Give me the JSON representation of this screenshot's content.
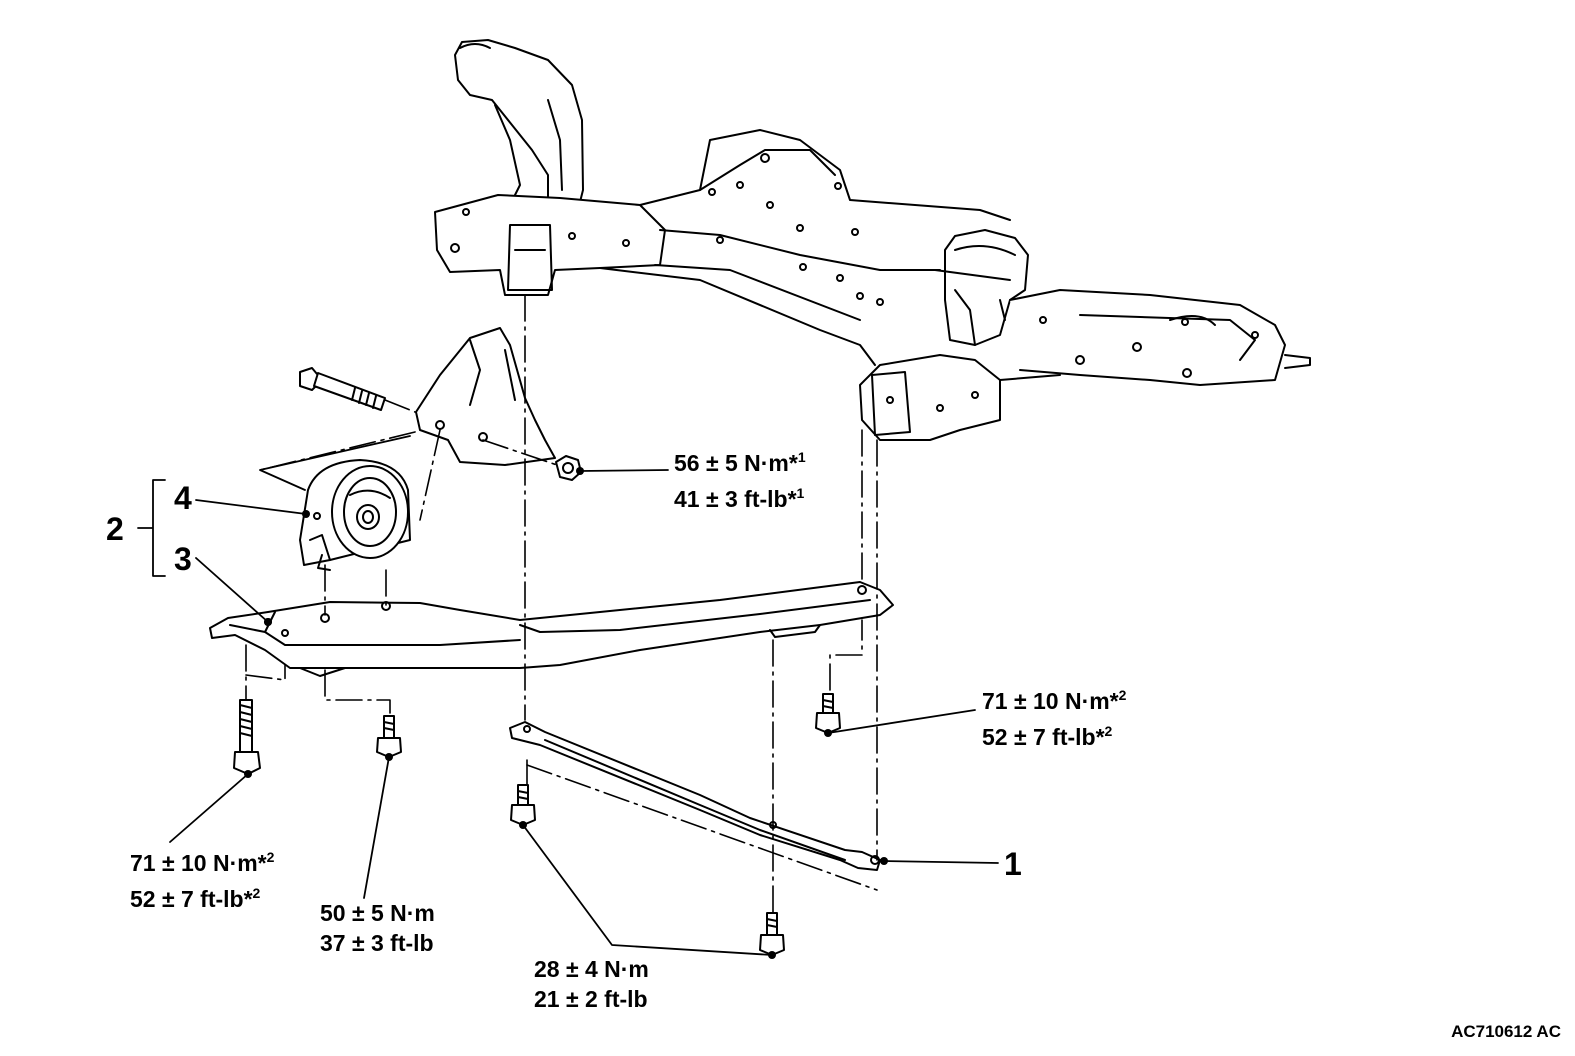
{
  "callouts": {
    "item1": "1",
    "item2": "2",
    "item3": "3",
    "item4": "4"
  },
  "torque": {
    "mount_nut": {
      "nm": "56 ± 5 N·m*",
      "nm_sup": "1",
      "ftlb": "41 ± 3 ft-lb*",
      "ftlb_sup": "1"
    },
    "rear_bolt": {
      "nm": "71 ± 10 N·m*",
      "nm_sup": "2",
      "ftlb": "52 ± 7 ft-lb*",
      "ftlb_sup": "2"
    },
    "front_left_bolt": {
      "nm": "71 ± 10 N·m*",
      "nm_sup": "2",
      "ftlb": "52 ± 7 ft-lb*",
      "ftlb_sup": "2"
    },
    "insulator_bolt": {
      "nm": "50 ± 5 N·m",
      "ftlb": "37 ± 3 ft-lb"
    },
    "bar_bolt": {
      "nm": "28 ± 4 N·m",
      "ftlb": "21 ± 2 ft-lb"
    }
  },
  "figure_code": "AC710612 AC"
}
